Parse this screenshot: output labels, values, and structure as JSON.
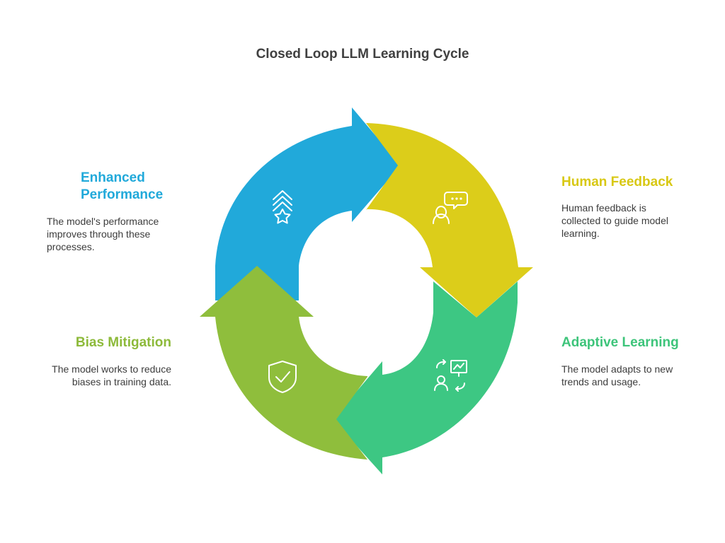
{
  "title": "Closed Loop LLM Learning Cycle",
  "colors": {
    "enhanced": "#21a9da",
    "human": "#dccd1a",
    "adaptive": "#3dc783",
    "bias": "#8fbe3c",
    "icon": "#ffffff",
    "body_text": "#3c3c3c",
    "title_text": "#404040"
  },
  "stages": {
    "enhanced": {
      "title_line1": "Enhanced",
      "title_line2": "Performance",
      "desc_line1": "The model's performance",
      "desc_line2": "improves through these",
      "desc_line3": "processes.",
      "icon": "chevrons-up-star-icon"
    },
    "human": {
      "title": "Human Feedback",
      "desc_line1": "Human feedback is",
      "desc_line2": "collected to guide model",
      "desc_line3": "learning.",
      "icon": "person-speech-bubble-icon"
    },
    "adaptive": {
      "title": "Adaptive Learning",
      "desc_line1": "The model adapts to new",
      "desc_line2": "trends and usage.",
      "icon": "person-chart-arrows-icon"
    },
    "bias": {
      "title": "Bias Mitigation",
      "desc_line1": "The model works to reduce",
      "desc_line2": "biases in training data.",
      "icon": "shield-check-icon"
    }
  }
}
